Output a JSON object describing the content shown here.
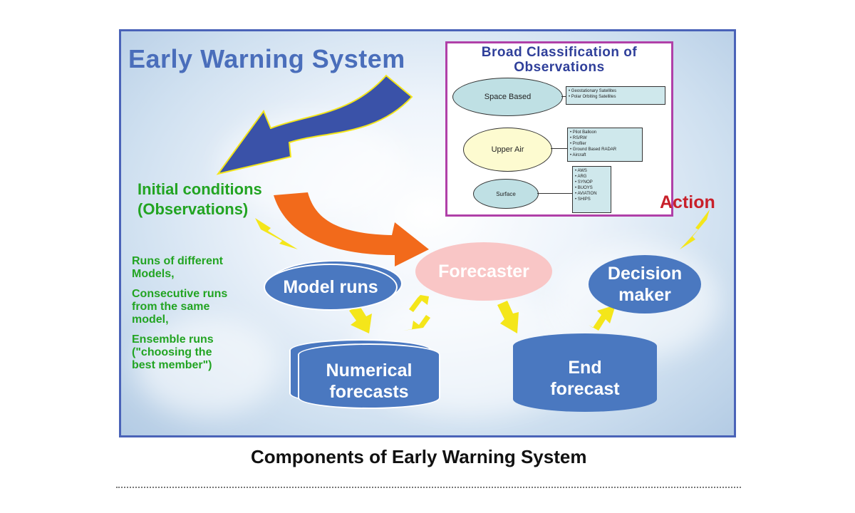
{
  "slide_title": "Early Warning System",
  "classification": {
    "title_line1": "Broad Classification of",
    "title_line2": "Observations",
    "groups": [
      {
        "label": "Space Based",
        "items": [
          "Geostationary Satellites",
          "Polar Orbiting Satellites"
        ]
      },
      {
        "label": "Upper Air",
        "items": [
          "Pilot Balloon",
          "RS/RW",
          "Profiler",
          "Ground Based RADAR",
          "Aircraft"
        ]
      },
      {
        "label": "Surface",
        "items": [
          "AWS",
          "ARG",
          "SYNOP",
          "BUOYS",
          "AVIATION",
          "SHIPS"
        ]
      }
    ]
  },
  "initial_conditions": {
    "line1": "Initial conditions",
    "line2": "(Observations)"
  },
  "side_notes": {
    "line1": "Runs of different",
    "line2": "Models,",
    "line3": "Consecutive runs",
    "line4": "from the same",
    "line5": "model,",
    "line6": "Ensemble runs",
    "line7": "(\"choosing the",
    "line8": "best member\")"
  },
  "nodes": {
    "model_runs": "Model runs",
    "forecaster": "Forecaster",
    "decision_line1": "Decision",
    "decision_line2": "maker",
    "numerical_line1": "Numerical",
    "numerical_line2": "forecasts",
    "end_line1": "End",
    "end_line2": "forecast"
  },
  "action_label": "Action",
  "caption": "Components of Early Warning System",
  "colors": {
    "node_blue": "#4a78c0",
    "forecaster_pink": "#f9c6c6",
    "curved_arrow_blue": "#3a52a8",
    "orange_arrow": "#f26a1b",
    "yellow_arrow": "#f4e61a",
    "green_text": "#22a422",
    "action_red": "#c8202a",
    "border_purple": "#b040a8"
  }
}
